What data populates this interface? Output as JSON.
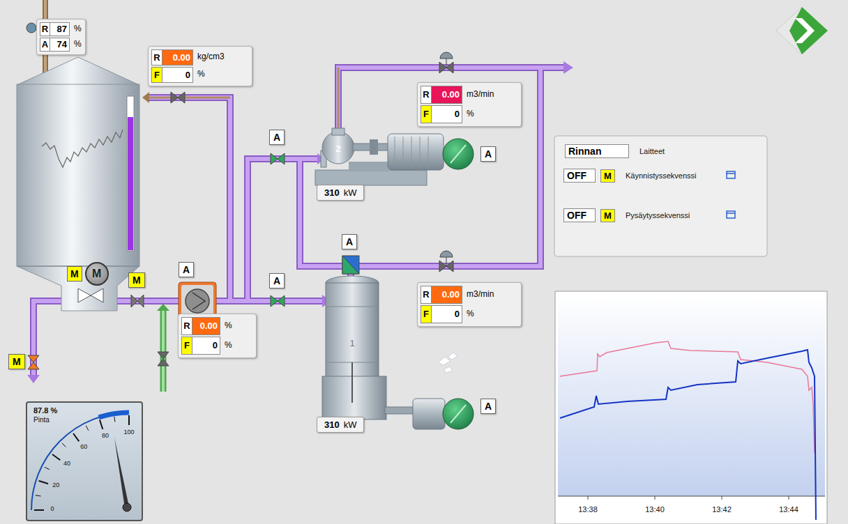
{
  "diagram": {
    "nodes": [
      {
        "text": [
          "R",
          "87",
          "%",
          "A",
          "74",
          "%"
        ]
      },
      {
        "text": [
          "R",
          "0.00",
          "kg/cm3",
          "F",
          "0",
          "%"
        ]
      },
      {
        "text": [
          "R",
          "0.00",
          "m3/min",
          "F",
          "0",
          "%"
        ]
      },
      {
        "text": [
          "A"
        ]
      },
      {
        "text": [
          "Rinnan",
          "Laitteet",
          "OFF",
          "M",
          "Käynnistyssekvenssi",
          "OFF",
          "M",
          "Pysäytyssekvenssi"
        ]
      },
      {
        "text": [
          "A"
        ]
      },
      {
        "text": [
          "310",
          "kW"
        ]
      },
      {
        "text": [
          "A"
        ]
      },
      {
        "text": [
          "M",
          "M"
        ]
      },
      {
        "text": [
          "M"
        ]
      },
      {
        "text": [
          "A"
        ]
      },
      {
        "text": [
          "A"
        ]
      },
      {
        "text": [
          "R",
          "0.00",
          "m3/min",
          "F",
          "0",
          "%"
        ]
      },
      {
        "text": [
          "R",
          "0.00",
          "%",
          "F",
          "0",
          "%"
        ]
      },
      {
        "text": [
          "M"
        ]
      },
      {
        "text": [
          "A"
        ]
      },
      {
        "text": [
          "310",
          "kW"
        ]
      },
      {
        "text": [
          "87.8 %",
          "Pinta"
        ]
      }
    ],
    "labels": [
      "2",
      "1",
      "0",
      "20",
      "40",
      "60",
      "80",
      "100",
      "13:38",
      "13:40",
      "13:42",
      "13:44"
    ]
  }
}
